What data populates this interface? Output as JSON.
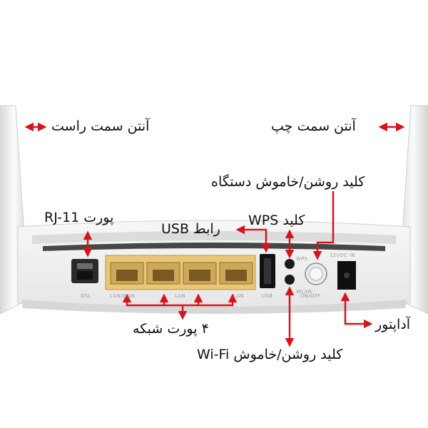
{
  "labels": {
    "antenna_right": "آنتن سمت راست",
    "antenna_left": "آنتن سمت چپ",
    "power_button": "کلید روشن/خاموش دستگاه",
    "rj11_port": "پورت RJ-11",
    "usb_interface": "رابط USB",
    "wps_button": "کلید WPS",
    "network_ports": "۴ پورت شبکه",
    "wifi_button": "کلید روشن/خاموش Wi-Fi",
    "adapter": "آداپتور"
  },
  "device_markings": {
    "dsl": "DSL",
    "lan_wan": "LAN/WAN",
    "lan1": "LAN",
    "lan2": "LAN",
    "usb": "USB",
    "on_off": "ON/OFF",
    "power_in": "12VDC IN",
    "wps_small": "WPS",
    "wlan_small": "WLAN"
  },
  "colors": {
    "arrow": "#d6141c",
    "router_body": "#f2f2f2",
    "port_panel": "#e8c877",
    "text": "#111111"
  }
}
